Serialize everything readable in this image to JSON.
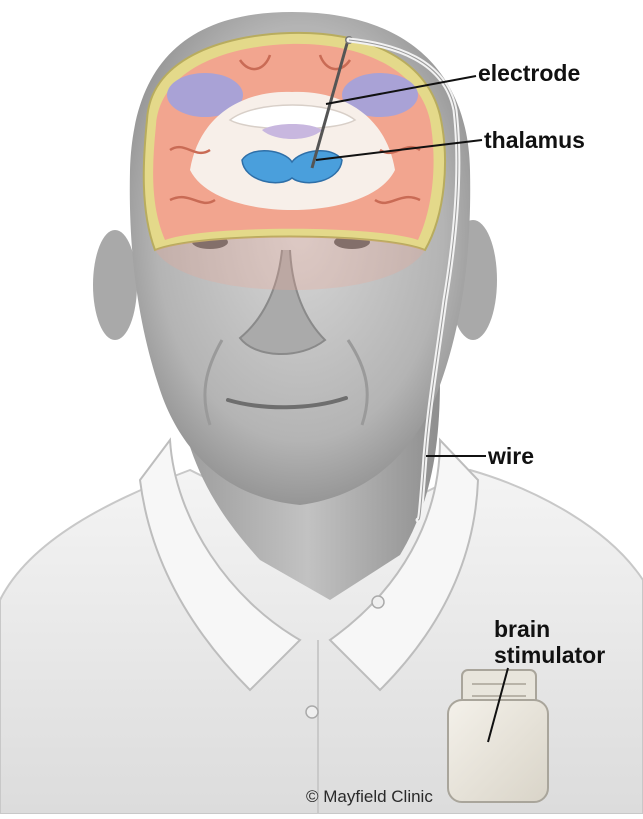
{
  "labels": {
    "electrode": "electrode",
    "thalamus": "thalamus",
    "wire": "wire",
    "brain_stimulator_line1": "brain",
    "brain_stimulator_line2": "stimulator"
  },
  "credit": {
    "copyright": "© Mayfield Clinic"
  },
  "colors": {
    "skin_tone": "#bdbdbd",
    "shirt": "#eeeeee",
    "cortex": "#f2a58f",
    "white_matter": "#f7efe9",
    "ventricle": "#a9a2d6",
    "thalamus": "#4a9fdc",
    "skull_rim": "#e4d98a",
    "label_text": "#111111"
  }
}
